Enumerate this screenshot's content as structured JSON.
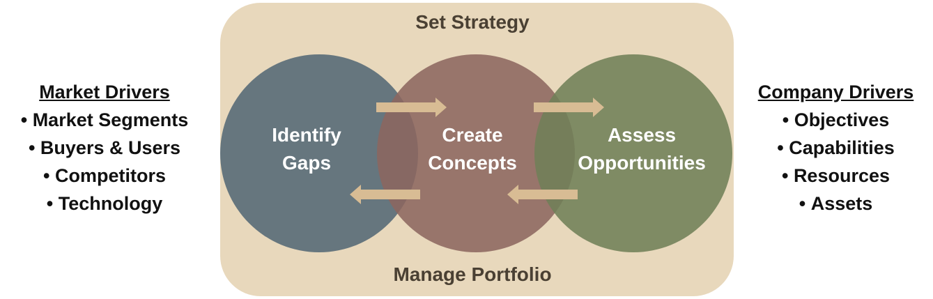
{
  "diagram": {
    "top_label": "Set Strategy",
    "bottom_label": "Manage Portfolio",
    "circles": [
      {
        "line1": "Identify",
        "line2": "Gaps",
        "color": "#5a6e78"
      },
      {
        "line1": "Create",
        "line2": "Concepts",
        "color": "#8c6760"
      },
      {
        "line1": "Assess",
        "line2": "Opportunities",
        "color": "#6f8058"
      }
    ],
    "panel_color": "#e8d8bc",
    "arrow_color": "#d8bc94"
  },
  "market_drivers": {
    "title": "Market Drivers",
    "items": [
      "Market Segments",
      "Buyers & Users",
      "Competitors",
      "Technology"
    ]
  },
  "company_drivers": {
    "title": "Company Drivers",
    "items": [
      "Objectives",
      "Capabilities",
      "Resources",
      "Assets"
    ]
  }
}
